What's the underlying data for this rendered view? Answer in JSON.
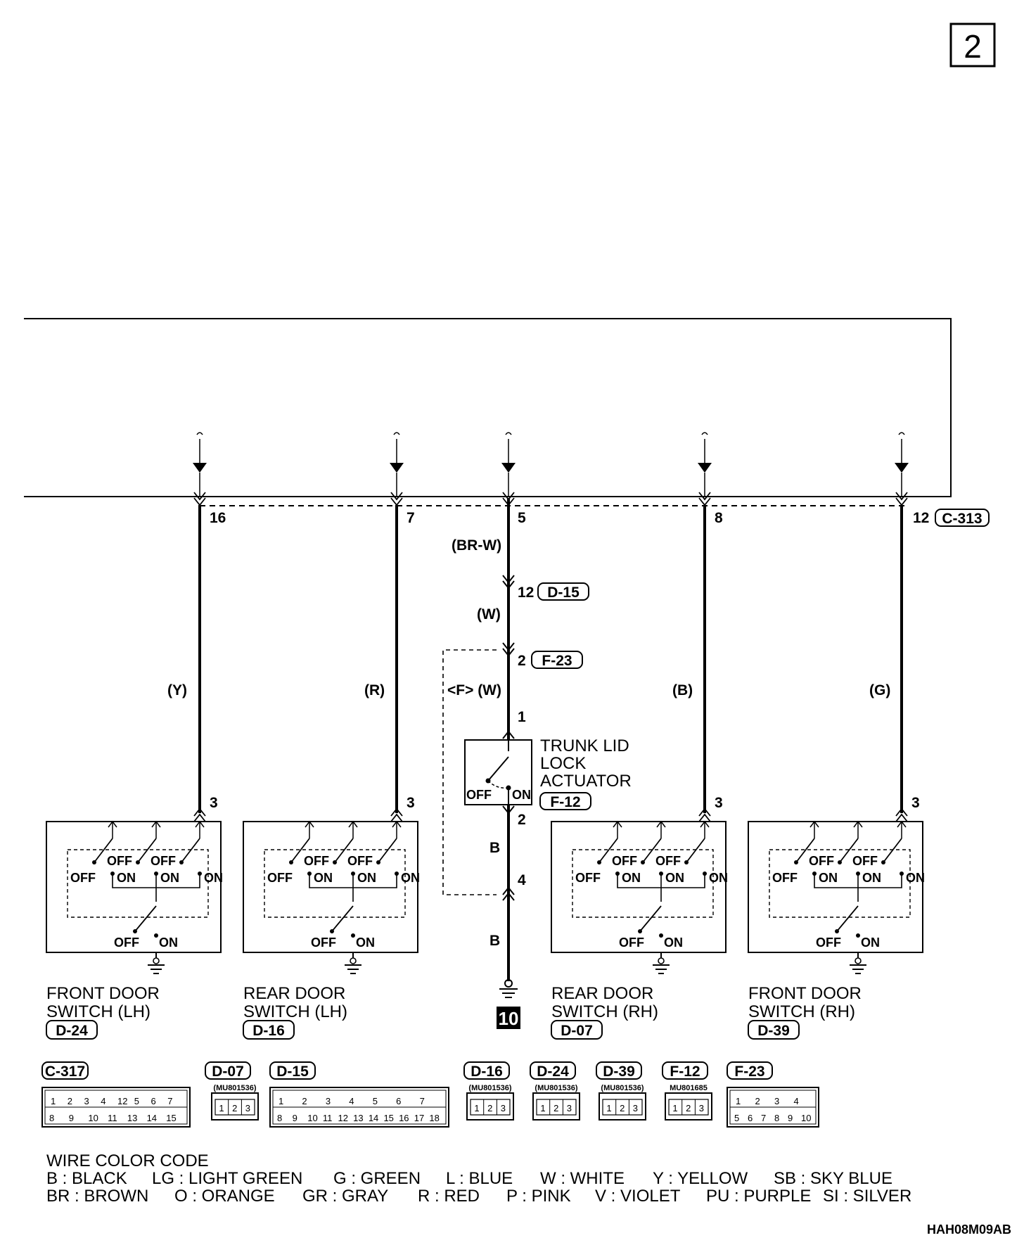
{
  "page_number": "2",
  "diagram_code": "HAH08M09AB",
  "branches": [
    {
      "pin": "16",
      "wire_color": "(Y)",
      "conn_pin": "3",
      "name_line1": "FRONT DOOR",
      "name_line2": "SWITCH (LH)",
      "connector": "D-24"
    },
    {
      "pin": "7",
      "wire_color": "(R)",
      "conn_pin": "3",
      "name_line1": "REAR DOOR",
      "name_line2": "SWITCH (LH)",
      "connector": "D-16"
    },
    {
      "pin": "8",
      "wire_color": "(B)",
      "conn_pin": "3",
      "name_line1": "REAR DOOR",
      "name_line2": "SWITCH (RH)",
      "connector": "D-07"
    },
    {
      "pin": "12",
      "wire_color": "(G)",
      "conn_pin": "3",
      "name_line1": "FRONT DOOR",
      "name_line2": "SWITCH (RH)",
      "connector": "D-39"
    }
  ],
  "main_connector": "C-313",
  "center": {
    "pin_top": "5",
    "wire1": "(BR-W)",
    "d15_pin": "12",
    "d15": "D-15",
    "wire2": "(W)",
    "f23_pin": "2",
    "f23": "F-23",
    "wire3": "<F> (W)",
    "act_pin_in": "1",
    "actuator_line1": "TRUNK LID",
    "actuator_line2": "LOCK",
    "actuator_line3": "ACTUATOR",
    "actuator_conn": "F-12",
    "act_pin_out": "2",
    "wire4": "B",
    "f23_pin2": "4",
    "wire5": "B",
    "ground_id": "10"
  },
  "switch_states": {
    "off": "OFF",
    "on": "ON"
  },
  "connector_views": [
    {
      "id": "C-317",
      "part": "",
      "top": [
        "1",
        "2",
        "3",
        "4",
        "12",
        "5",
        "6",
        "7"
      ],
      "bottom": [
        "8",
        "9",
        "10",
        "11",
        "13",
        "14",
        "15"
      ]
    },
    {
      "id": "D-07",
      "part": "(MU801536)",
      "pins": [
        "1",
        "2",
        "3"
      ]
    },
    {
      "id": "D-15",
      "part": "",
      "top": [
        "1",
        "2",
        "3",
        "4",
        "5",
        "6",
        "7"
      ],
      "bottom": [
        "8",
        "9",
        "10",
        "11",
        "12",
        "13",
        "14",
        "15",
        "16",
        "17",
        "18"
      ]
    },
    {
      "id": "D-16",
      "part": "(MU801536)",
      "pins": [
        "1",
        "2",
        "3"
      ]
    },
    {
      "id": "D-24",
      "part": "(MU801536)",
      "pins": [
        "1",
        "2",
        "3"
      ]
    },
    {
      "id": "D-39",
      "part": "(MU801536)",
      "pins": [
        "1",
        "2",
        "3"
      ]
    },
    {
      "id": "F-12",
      "part": "MU801685",
      "pins": [
        "1",
        "2",
        "3"
      ]
    },
    {
      "id": "F-23",
      "part": "",
      "top": [
        "1",
        "2",
        "3",
        "4"
      ],
      "bottom": [
        "5",
        "6",
        "7",
        "8",
        "9",
        "10"
      ]
    }
  ],
  "legend": {
    "title": "WIRE COLOR CODE",
    "row1": [
      "B : BLACK",
      "LG : LIGHT GREEN",
      "G : GREEN",
      "L : BLUE",
      "W : WHITE",
      "Y : YELLOW",
      "SB : SKY BLUE"
    ],
    "row2": [
      "BR : BROWN",
      "O : ORANGE",
      "GR : GRAY",
      "R : RED",
      "P : PINK",
      "V : VIOLET",
      "PU : PURPLE",
      "SI : SILVER"
    ]
  }
}
